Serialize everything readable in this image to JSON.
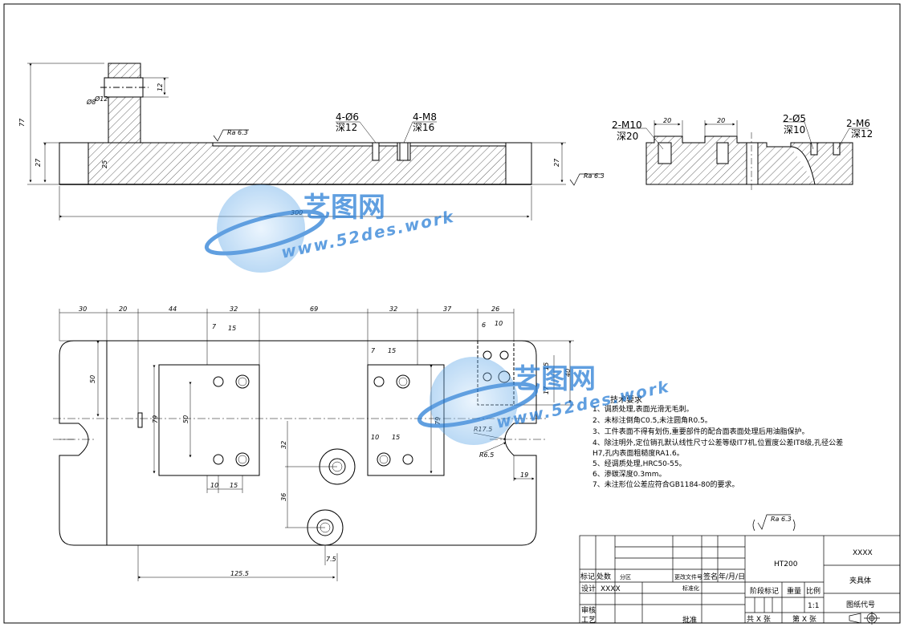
{
  "drawing": {
    "front_view": {
      "dims": [
        "77",
        "27",
        "25",
        "12",
        "Ø8",
        "Ø12",
        "300",
        "27"
      ],
      "roughness": "Ra 6.3",
      "roughness_right": "Ra 6.3",
      "callout_holes": {
        "line1": "4-Ø6",
        "line2": "深12"
      },
      "callout_threads": {
        "line1": "4-M8",
        "line2": "深16"
      }
    },
    "side_view": {
      "callout_m10": {
        "line1": "2-M10",
        "line2": "深20"
      },
      "callout_d5": {
        "line1": "2-Ø5",
        "line2": "深10"
      },
      "callout_m6": {
        "line1": "2-M6",
        "line2": "深12"
      },
      "dim_a": "20",
      "dim_b": "20"
    },
    "top_view": {
      "top_dims": [
        "30",
        "20",
        "44",
        "32",
        "69",
        "32",
        "37",
        "26"
      ],
      "inner_dims": [
        "7",
        "15",
        "7",
        "15",
        "6",
        "10",
        "10",
        "15"
      ],
      "left_dims": [
        "50",
        "79",
        "50"
      ],
      "mid_dims": [
        "32",
        "36",
        "79"
      ],
      "right_dims": [
        "40",
        "17",
        "15"
      ],
      "radii": [
        "R17.5",
        "R6.5"
      ],
      "bottom_dims": [
        "7.5",
        "125.5",
        "19"
      ],
      "lower_dims": [
        "10",
        "15"
      ]
    },
    "requirements": {
      "title": "技术要求",
      "items": [
        "1、调质处理,表面光滑无毛刺。",
        "2、未标注倒角C0.5,未注圆角R0.5。",
        "3、工件表面不得有划伤,重要部件的配合面表面处理后用油脂保护。",
        "4、除注明外,定位销孔默认线性尺寸公差等级IT7机,位置度公差IT8级,孔径公差",
        "H7,孔内表面粗糙度RA1.6。",
        "5、经调质处理,HRC50-55。",
        "6、渗碳深度0.3mm。",
        "7、未注形位公差应符合GB1184-80的要求。"
      ]
    },
    "general_roughness": "Ra 6.3"
  },
  "title_block": {
    "material": "HT200",
    "company": "XXXX",
    "part_name": "夹具体",
    "drawing_no_label": "图纸代号",
    "stage_label": "阶段标记",
    "weight_label": "重量",
    "scale_label": "比例",
    "scale_value": "1:1",
    "mark_label": "标记",
    "count_label": "处数",
    "zone_label": "分区",
    "doc_label": "更改文件号",
    "sign_label": "签名",
    "date_label": "年/月/日",
    "design_label": "设计",
    "designer": "XXXX",
    "std_label": "标准化",
    "review_label": "审核",
    "process_label": "工艺",
    "approve_label": "批准",
    "total_label": "共 X 张",
    "sheet_label": "第 X 张"
  },
  "watermark": {
    "brand": "艺图网",
    "site": "www.52des.work"
  }
}
